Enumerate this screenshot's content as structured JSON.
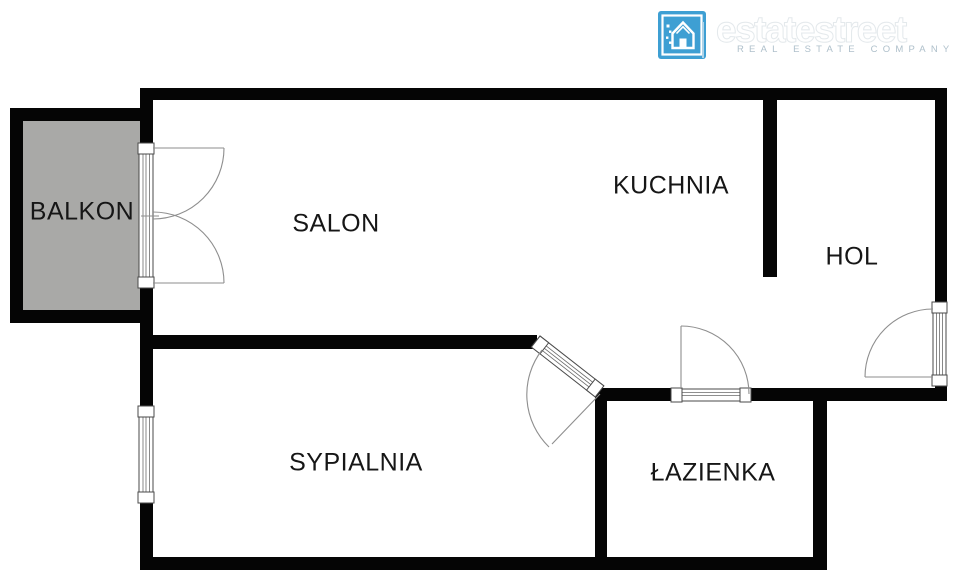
{
  "page": {
    "background": "#ffffff"
  },
  "logo": {
    "brand": "estatestreet",
    "tagline": "REAL ESTATE COMPANY",
    "icon": "house-icon",
    "icon_color": "#3E9FD3",
    "brand_color": "#FFFFFF",
    "brand_outline": "#E4E9EC",
    "tagline_color": "#AFC0CB",
    "separator_color": "#AED3E8"
  },
  "floorplan": {
    "wall_color": "#050505",
    "balcony_fill": "#A9A9A7",
    "line_color": "#8E8E8E",
    "rooms": [
      {
        "id": "balkon",
        "label": "BALKON"
      },
      {
        "id": "salon",
        "label": "SALON"
      },
      {
        "id": "kuchnia",
        "label": "KUCHNIA"
      },
      {
        "id": "hol",
        "label": "HOL"
      },
      {
        "id": "sypialnia",
        "label": "SYPIALNIA"
      },
      {
        "id": "lazienka",
        "label": "ŁAZIENKA"
      }
    ]
  }
}
